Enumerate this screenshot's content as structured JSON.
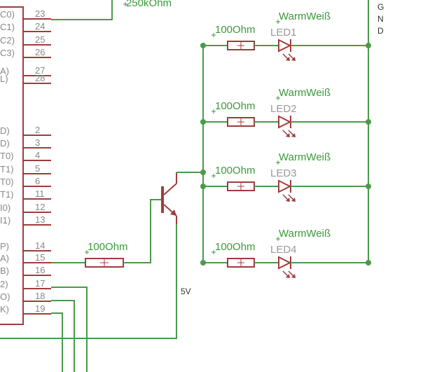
{
  "ic_pins": [
    {
      "label": "C0)",
      "num": "23"
    },
    {
      "label": "C1)",
      "num": "24"
    },
    {
      "label": "C2)",
      "num": "25"
    },
    {
      "label": "C3)",
      "num": "26"
    },
    {
      "label": "A)",
      "num": "27"
    },
    {
      "label": "L)",
      "num": "28"
    },
    {
      "label": "D)",
      "num": "2"
    },
    {
      "label": "D)",
      "num": "3"
    },
    {
      "label": "T0)",
      "num": "4"
    },
    {
      "label": "T1)",
      "num": "5"
    },
    {
      "label": "T0)",
      "num": "6"
    },
    {
      "label": "T1)",
      "num": "11"
    },
    {
      "label": "I0)",
      "num": "12"
    },
    {
      "label": "I1)",
      "num": "13"
    },
    {
      "label": "P)",
      "num": "14"
    },
    {
      "label": "A)",
      "num": "15"
    },
    {
      "label": "B)",
      "num": "16"
    },
    {
      "label": "2)",
      "num": "17"
    },
    {
      "label": "O)",
      "num": "18"
    },
    {
      "label": "K)",
      "num": "19"
    }
  ],
  "pot_value": "250kOhm",
  "gnd_label": [
    "G",
    "N",
    "D"
  ],
  "base_resistor_value": "100Ohm",
  "supply_label": "5V",
  "led_branches": [
    {
      "resistor": "100Ohm",
      "led_name": "LED1",
      "led_value": "WarmWeiß"
    },
    {
      "resistor": "100Ohm",
      "led_name": "LED2",
      "led_value": "WarmWeiß"
    },
    {
      "resistor": "100Ohm",
      "led_name": "LED3",
      "led_value": "WarmWeiß"
    },
    {
      "resistor": "100Ohm",
      "led_name": "LED4",
      "led_value": "WarmWeiß"
    }
  ]
}
